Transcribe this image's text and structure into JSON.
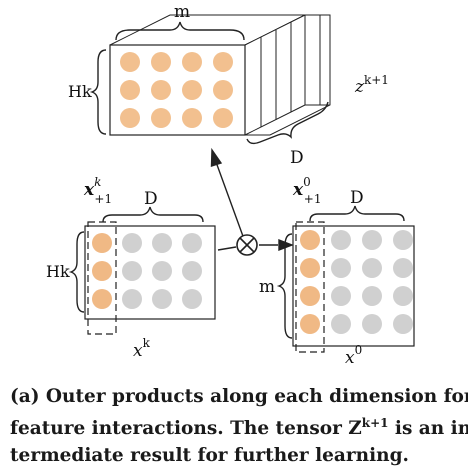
{
  "top_tensor": {
    "label_m": "m",
    "label_h": "Hk",
    "label_d": "D",
    "label_z": "z",
    "label_z_sup": "k+1",
    "dot_color": "#f2c08f",
    "rows": 3,
    "cols": 4
  },
  "left_matrix": {
    "label_x": "x",
    "label_x_sup": "k",
    "label_x_sub": "+1",
    "label_d": "D",
    "label_h": "Hk",
    "label_bottom": "x",
    "label_bottom_sup": "k",
    "highlight_color": "#f0b985",
    "dot_color": "#d0d0d0",
    "rows": 3,
    "cols": 4
  },
  "right_matrix": {
    "label_x": "x",
    "label_x_sup": "0",
    "label_x_sub": "+1",
    "label_d": "D",
    "label_m": "m",
    "label_bottom": "x",
    "label_bottom_sup": "0",
    "highlight_color": "#f0b985",
    "dot_color": "#d0d0d0",
    "rows": 4,
    "cols": 4
  },
  "operator": {
    "symbol": "⊗"
  },
  "caption": {
    "line1": "(a) Outer products along each dimension for",
    "line2_a": "feature interactions. The tensor Z",
    "line2_sup": "k+1",
    "line2_b": " is an in-",
    "line3": "termediate result for further learning."
  }
}
